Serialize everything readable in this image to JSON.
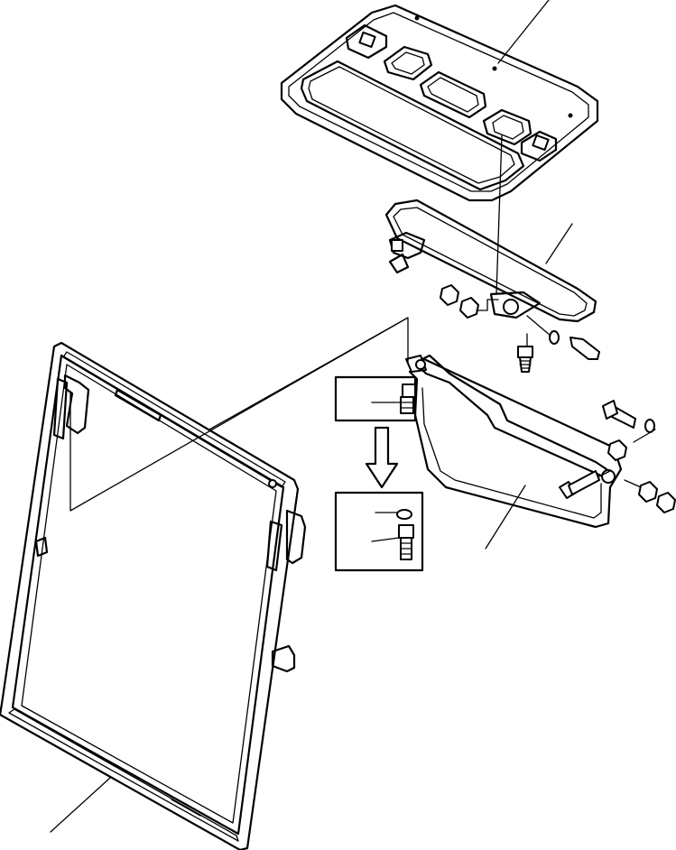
{
  "drawing": {
    "type": "exploded-parts-diagram",
    "colors": {
      "line": "#000000",
      "background": "#ffffff"
    },
    "parts": [
      {
        "name": "roof-panel"
      },
      {
        "name": "sun-visor"
      },
      {
        "name": "visor-bracket"
      },
      {
        "name": "window-frame"
      }
    ],
    "detail_views": [
      {
        "name": "bolt-detail-before"
      },
      {
        "name": "bolt-detail-after"
      }
    ],
    "labels": []
  }
}
